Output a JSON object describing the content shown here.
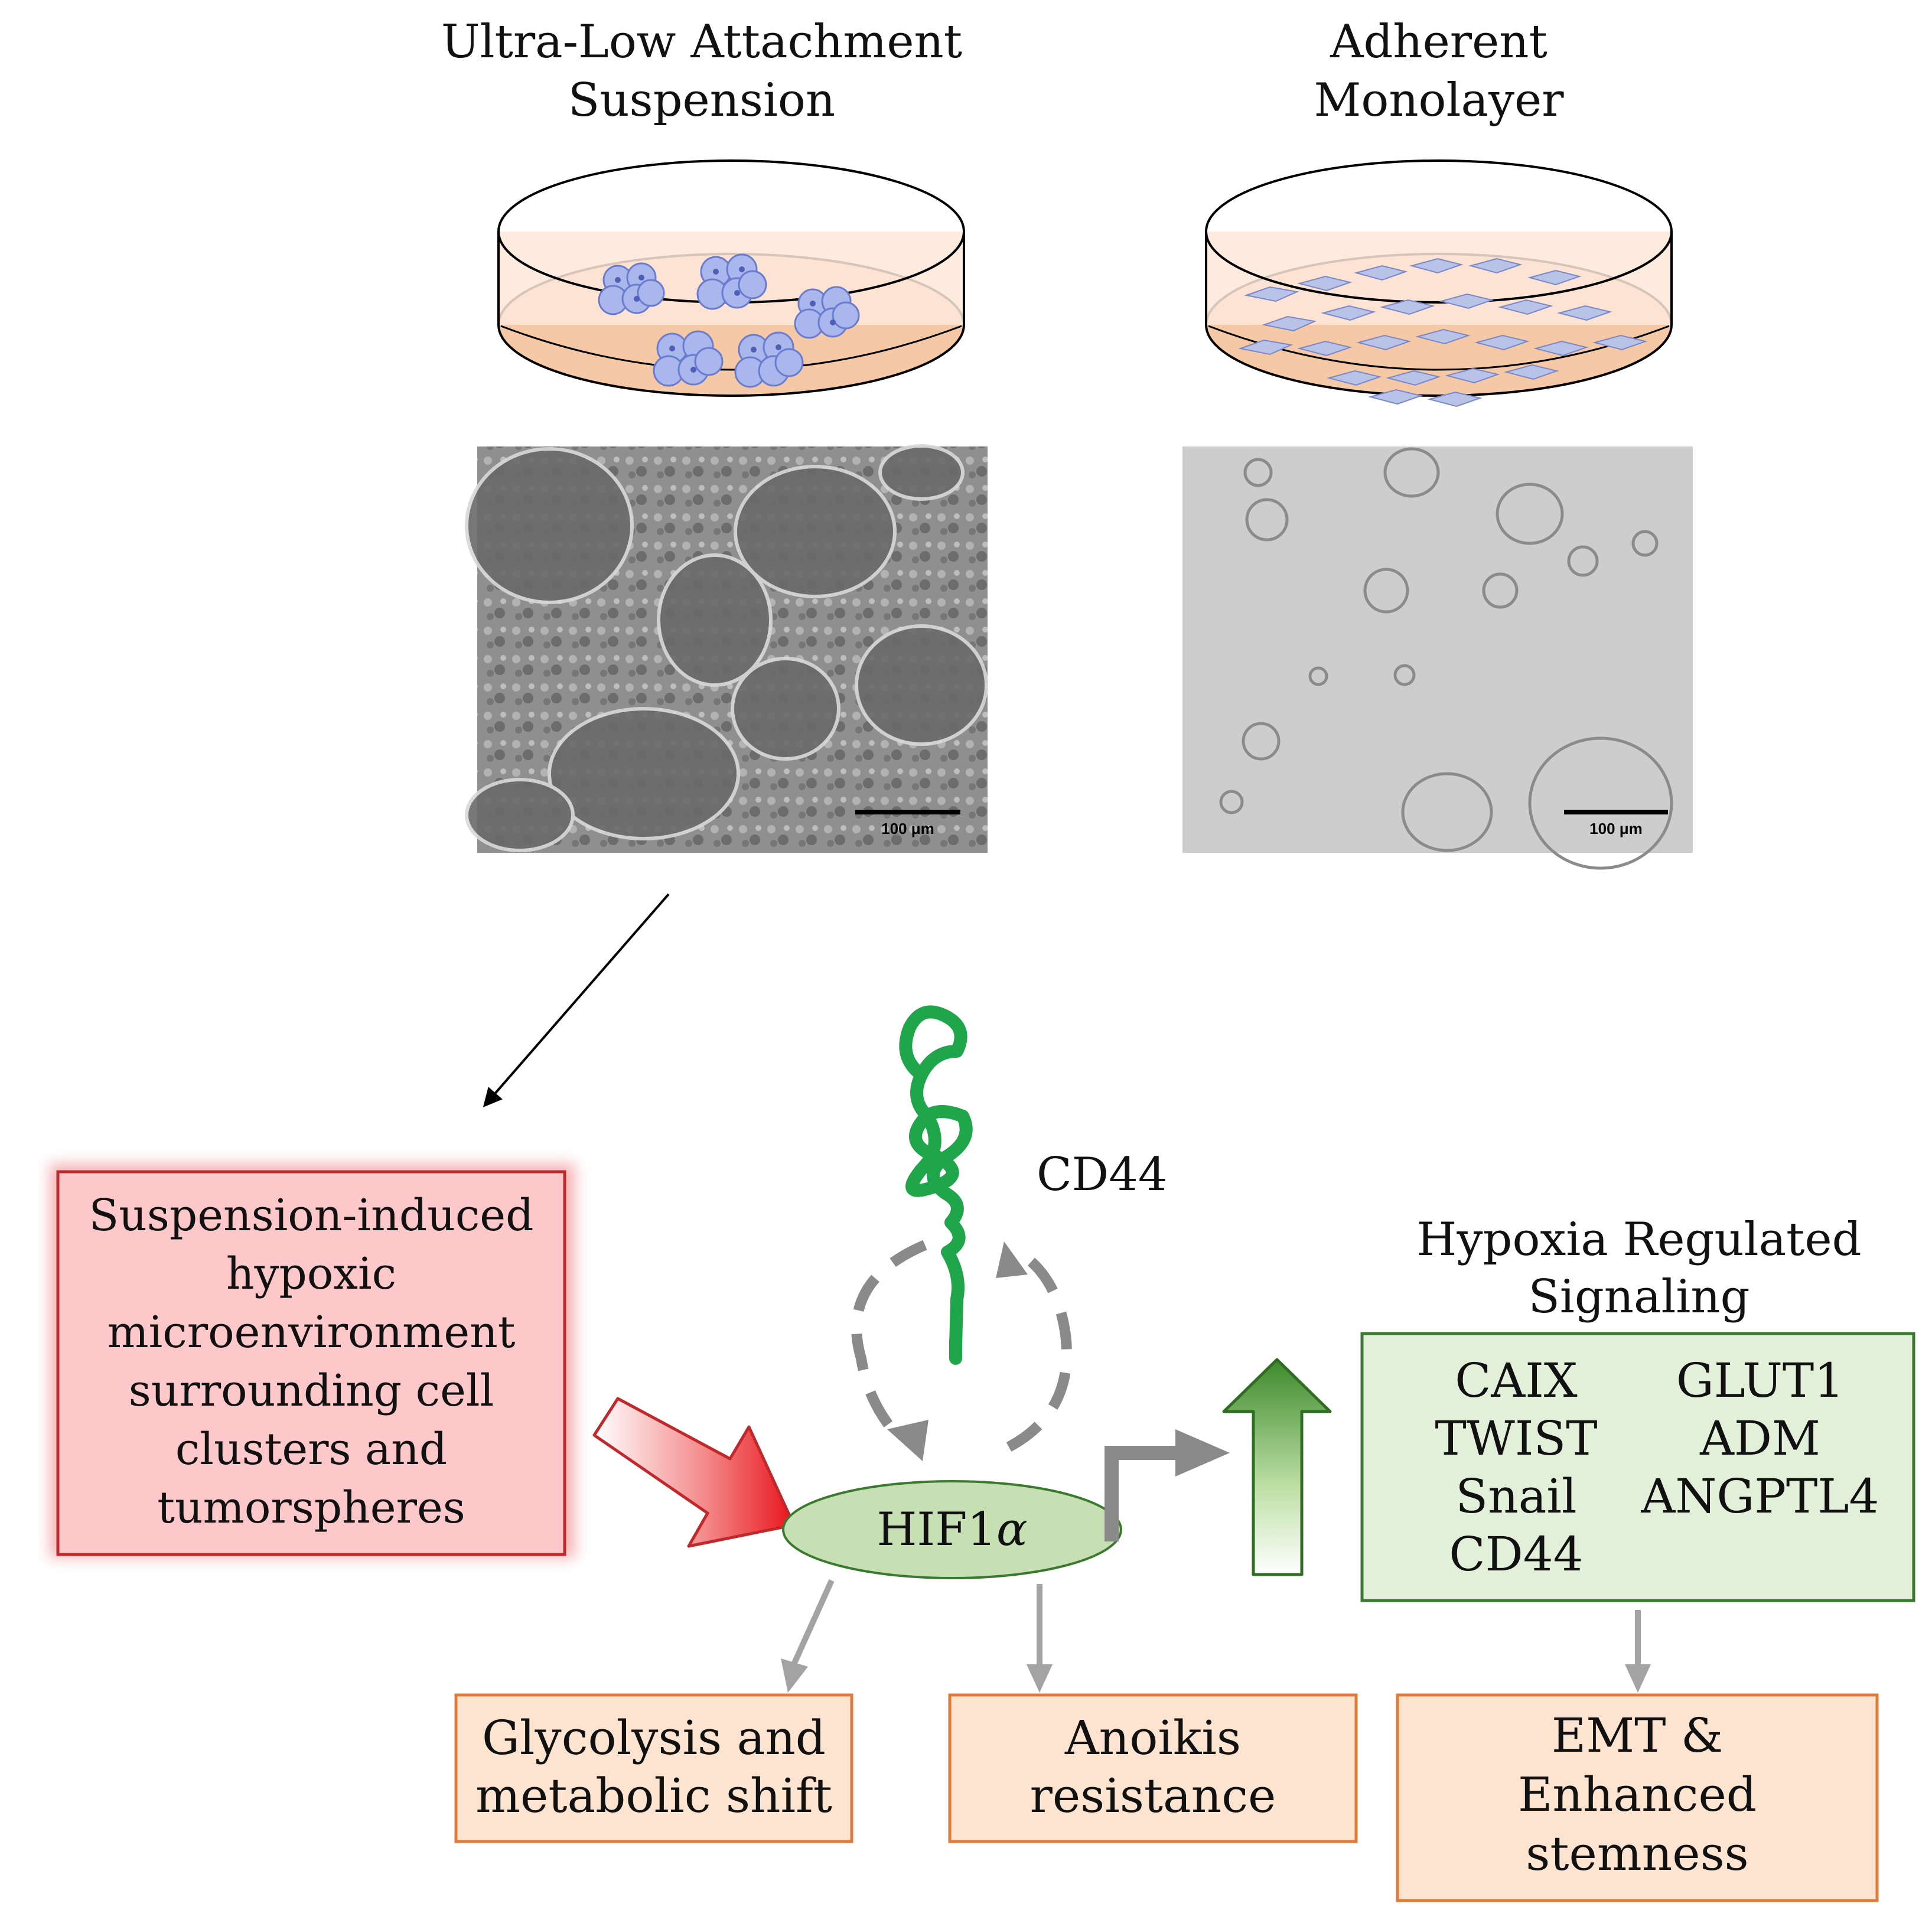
{
  "titles": {
    "left_line1": "Ultra-Low Attachment",
    "left_line2": "Suspension",
    "right_line1": "Adherent",
    "right_line2": "Monolayer"
  },
  "scale_bars": {
    "left": "100 μm",
    "right": "100 μm"
  },
  "cause_box": {
    "lines": [
      "Suspension-induced",
      "hypoxic",
      "microenvironment",
      "surrounding cell",
      "clusters and",
      "tumorspheres"
    ]
  },
  "cd44_label": "CD44",
  "hif_label_main": "HIF1",
  "hif_label_alpha": "α",
  "signaling_title": {
    "line1": "Hypoxia Regulated",
    "line2": "Signaling"
  },
  "signaling_genes": {
    "left": [
      "CAIX",
      "TWIST",
      "Snail",
      "CD44"
    ],
    "right": [
      "GLUT1",
      "ADM",
      "ANGPTL4"
    ]
  },
  "outcomes": {
    "glycolysis": [
      "Glycolysis and",
      "metabolic shift"
    ],
    "anoikis": [
      "Anoikis",
      "resistance"
    ],
    "emt": [
      "EMT &",
      "Enhanced",
      "stemness"
    ]
  },
  "colors": {
    "cause_fill": "#fcc8c9",
    "cause_border": "#c0282b",
    "signal_fill": "#e2f0d9",
    "signal_border": "#3a7a2e",
    "outcome_fill": "#fde4d0",
    "outcome_border": "#e07b3a",
    "hif_fill": "#c6e0b4",
    "cd44_green": "#1fa64a",
    "dish_medium": "#f6c9a6",
    "sphere_blue": "#a9b7ec"
  }
}
